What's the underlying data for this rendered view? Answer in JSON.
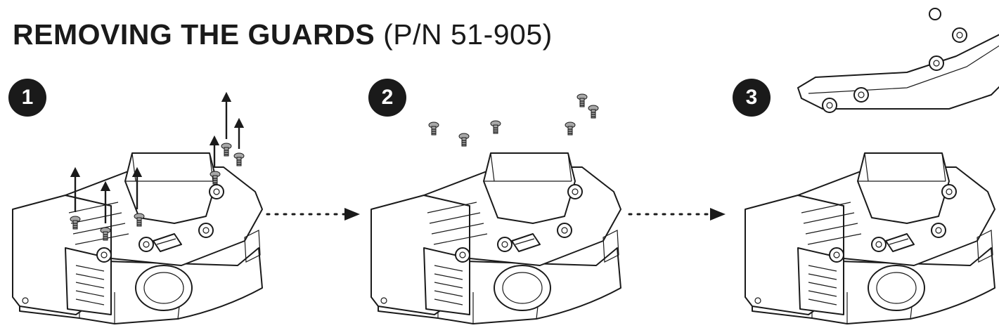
{
  "title": {
    "main": "REMOVING THE GUARDS",
    "part_number": "(P/N 51-905)"
  },
  "steps": [
    {
      "number": "1"
    },
    {
      "number": "2"
    },
    {
      "number": "3"
    }
  ],
  "colors": {
    "ink": "#1a1a1a",
    "screw_fill": "#a8a8a8",
    "background": "#ffffff"
  },
  "icons": [
    "arrow-up-icon",
    "dotted-arrow-right-icon",
    "screw-icon",
    "guard-part-icon"
  ]
}
